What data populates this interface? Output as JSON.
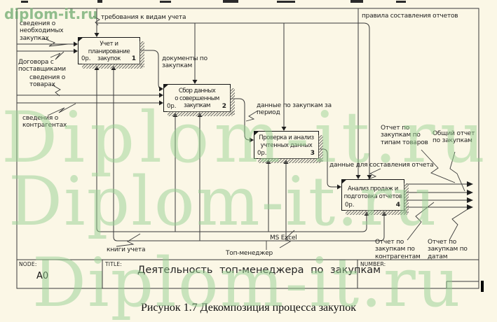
{
  "watermark": {
    "small": "diplom-it.ru",
    "row1": "Diplom-it.ru",
    "row2": "Diplom-it.ru",
    "row3": "Diplom-it.ru",
    "color": "#96d091"
  },
  "diagram": {
    "boxes": [
      {
        "title": "Учет и планирование\nзакупок",
        "cost": "0р.",
        "num": "1"
      },
      {
        "title": "Сбор данных\nо совершенным закупкам",
        "cost": "0р.",
        "num": "2"
      },
      {
        "title": "Проверка и анализ\nучтенных данных",
        "cost": "0р.",
        "num": "3"
      },
      {
        "title": "Анализ продаж и\nподготовка отчетов",
        "cost": "0р.",
        "num": "4"
      }
    ],
    "labels": {
      "trebovaniya": "требования к видам учета",
      "pravila": "правила составления отчетов",
      "svedeniya_zakupki": "сведения о\nнеобходимых\nзакупках",
      "dogovora": "Договора с\nпоставщиками",
      "svedeniya_tovary": "сведения о\nтоварах",
      "svedeniya_kontragenty": "сведения о\nконтрагентах",
      "dokumenty": "документы по\nзакупкам",
      "dannye_period": "данные по закупкам за\nпериод",
      "dannye_otchet": "данные для составления отчета",
      "otchet_tipam": "Отчет по\nзакупкам по\nтипам товаров",
      "obshchiy_otchet": "Общий отчет\nпо закупкам",
      "otchet_kontragentam": "Отчет по\nзакупкам по\nконтрагентам",
      "otchet_datam": "Отчет по\nзакупкам по\nдатам",
      "knigi_ucheta": "книги учета",
      "top_manager": "Топ-менеджер",
      "ms_excel": "MS Excel"
    },
    "title_bar": {
      "node_label": "NODE:",
      "node_value": "A0",
      "title_label": "TITLE:",
      "title_value": "Деятельность топ-менеджера по закупкам",
      "number_label": "NUMBER:"
    }
  },
  "caption": "Рисунок 1.7 Декомпозиция процесса закупок"
}
